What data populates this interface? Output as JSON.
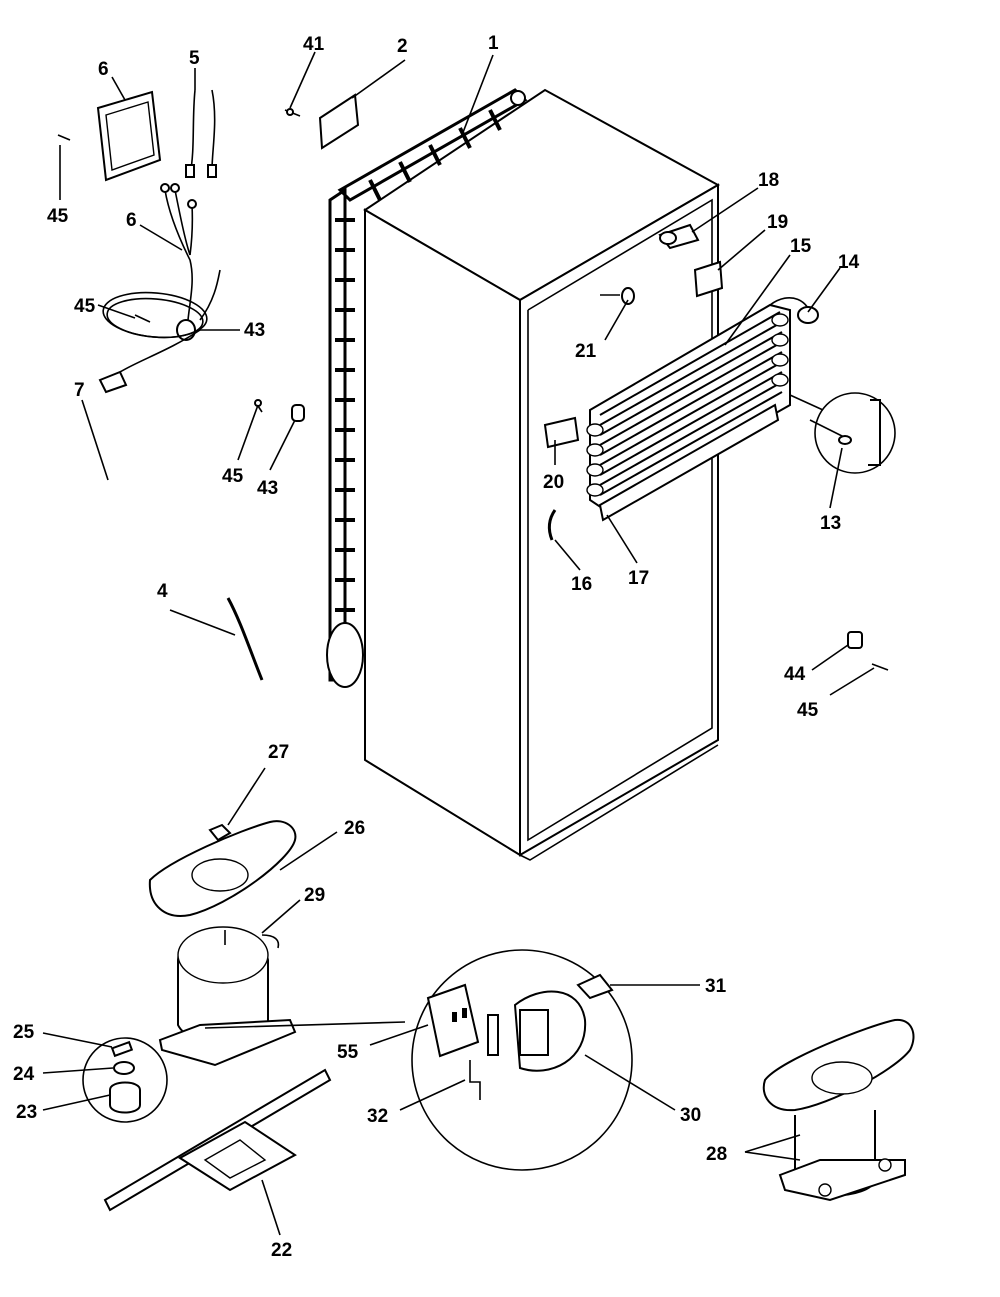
{
  "labels": {
    "l1": "1",
    "l2": "2",
    "l41": "41",
    "l5": "5",
    "l6a": "6",
    "l6b": "6",
    "l45a": "45",
    "l45b": "45",
    "l43a": "43",
    "l7": "7",
    "l45c": "45",
    "l43b": "43",
    "l18": "18",
    "l19": "19",
    "l15": "15",
    "l14": "14",
    "l21": "21",
    "l20": "20",
    "l16": "16",
    "l17": "17",
    "l13": "13",
    "l4": "4",
    "l44": "44",
    "l45d": "45",
    "l27": "27",
    "l26": "26",
    "l29": "29",
    "l25": "25",
    "l24": "24",
    "l23": "23",
    "l55": "55",
    "l31": "31",
    "l32": "32",
    "l30": "30",
    "l28": "28",
    "l22": "22"
  }
}
